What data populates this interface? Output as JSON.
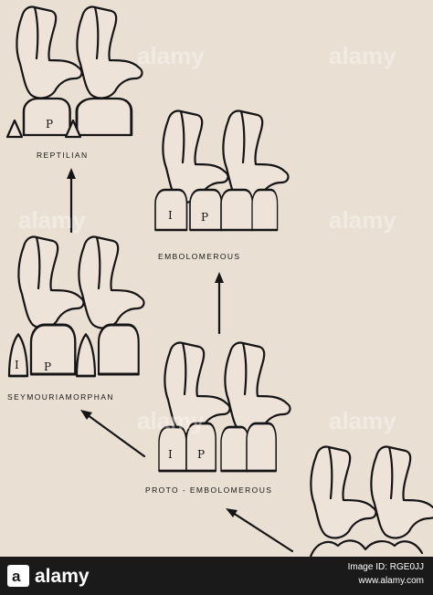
{
  "labels": {
    "reptilian": "REPTILIAN",
    "embolomerous": "EMBOLOMEROUS",
    "seymouriamorphan": "SEYMOURIAMORPHAN",
    "proto_embolomerous": "PROTO - EMBOLOMEROUS"
  },
  "letters": {
    "pleurocentrum": "P",
    "intercentrum": "I"
  },
  "watermark": "alamy",
  "footer": {
    "logo_text": "alamy",
    "image_id_label": "Image ID: RGE0JJ",
    "url": "www.alamy.com"
  },
  "colors": {
    "background": "#eadfd3",
    "ink": "#151515",
    "footer": "#1a1a1a"
  }
}
